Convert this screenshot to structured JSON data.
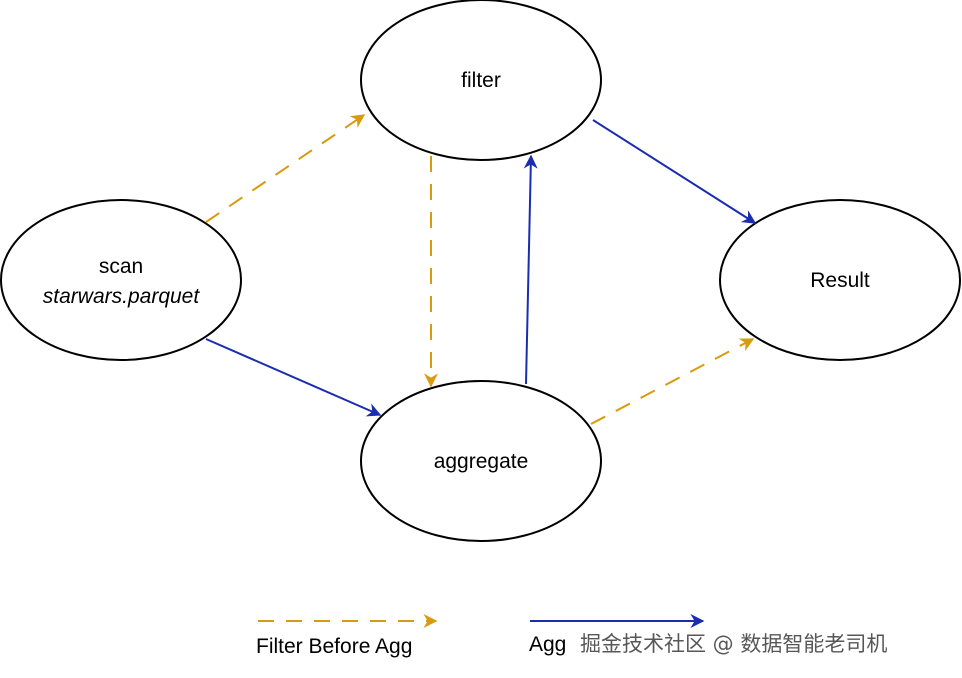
{
  "nodes": {
    "filter": {
      "label": "filter"
    },
    "scan": {
      "label": "scan",
      "sublabel": "starwars.parquet"
    },
    "result": {
      "label": "Result"
    },
    "aggregate": {
      "label": "aggregate"
    }
  },
  "legend": {
    "filter_before_agg": {
      "label": "Filter Before Agg",
      "color": "#d89b0d"
    },
    "agg_before_filter": {
      "label": "Agg ",
      "color": "#1a2db0"
    }
  },
  "watermark": "掘金技术社区 @ 数据智能老司机",
  "colors": {
    "dashed_flow": "#d89b0d",
    "solid_flow": "#1a2db0",
    "node_stroke": "#000000"
  }
}
